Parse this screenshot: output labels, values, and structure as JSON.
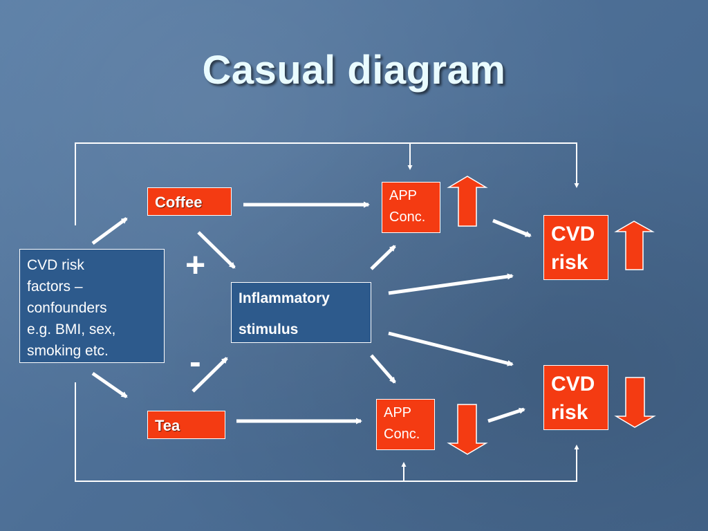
{
  "title": "Casual diagram",
  "nodes": {
    "coffee": "Coffee",
    "tea": "Tea",
    "confounders": [
      "CVD risk",
      "factors –",
      "confounders",
      "e.g. BMI, sex,",
      "smoking etc."
    ],
    "inflammatory": [
      "Inflammatory",
      "stimulus"
    ],
    "app_top": [
      "APP",
      "Conc."
    ],
    "app_bottom": [
      "APP",
      "Conc."
    ],
    "cvd_top": [
      "CVD",
      "risk"
    ],
    "cvd_bottom": [
      "CVD",
      "risk"
    ]
  },
  "signs": {
    "plus": "+",
    "minus": "-"
  },
  "colors": {
    "red_box": "#f43b12",
    "blue_box": "#2d5a8c",
    "arrow": "#ffffff",
    "trend_arrow": "#f43b12",
    "title": "#e9fbff"
  }
}
